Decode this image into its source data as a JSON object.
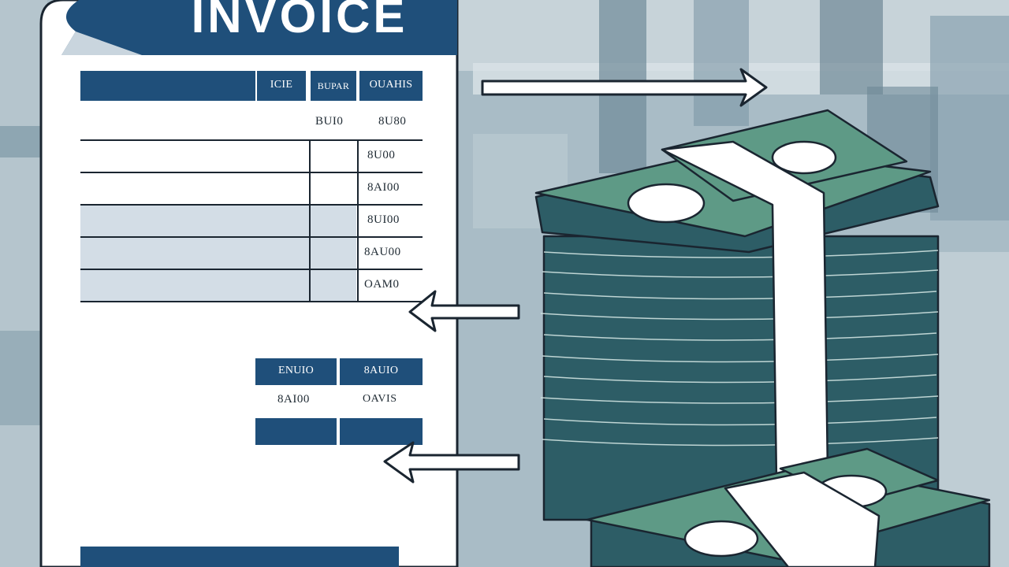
{
  "invoice": {
    "title": "INVOICE",
    "table_headers": [
      "ICIE",
      "BUPAR",
      "OUAHIS"
    ],
    "header_row_value_1": "BUI0",
    "header_row_value_2": "8U80",
    "line_amounts": [
      "8U00",
      "8AI00",
      "8UI00",
      "8AU00",
      "OAM0"
    ],
    "summary_headers": [
      "ENUIO",
      "8AUIO"
    ],
    "summary_values": [
      "8AI00",
      "OAVIS"
    ]
  },
  "colors": {
    "invoice_blue": "#1f4f7a",
    "row_shade": "#d3dde6",
    "paper": "#ffffff",
    "money_green": "#5e9a86",
    "money_dark": "#2d5d66",
    "background": "#9fb3bd"
  }
}
